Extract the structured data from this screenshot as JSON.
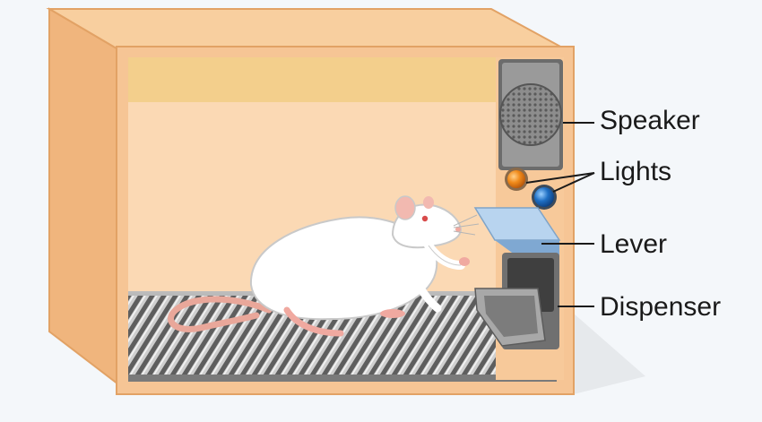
{
  "labels": {
    "speaker": "Speaker",
    "lights": "Lights",
    "lever": "Lever",
    "dispenser": "Dispenser"
  },
  "colors": {
    "background": "#f4f7fa",
    "box_wall": "#f6c595",
    "box_edge": "#e2a265",
    "box_inner": "#fbd9b4",
    "top_band": "#f3cf8c",
    "grid_floor": "#8a8a8a",
    "light_orange": "#f08a1a",
    "light_blue": "#1f6fc4",
    "lever_blue": "#8fb7dd",
    "rat_body": "#ffffff",
    "rat_pink": "#f0a9a0"
  },
  "icons": [
    "speaker-icon",
    "orange-light-icon",
    "blue-light-icon",
    "lever-icon",
    "dispenser-icon",
    "rat-icon"
  ]
}
